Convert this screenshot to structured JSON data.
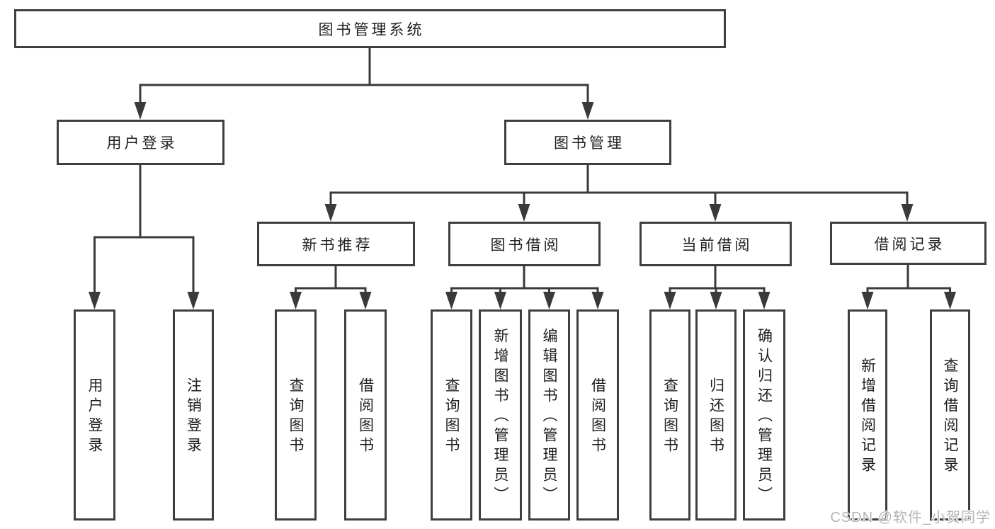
{
  "diagram": {
    "root": {
      "label": "图书管理系统"
    },
    "login": {
      "label": "用户登录",
      "children": [
        "用户登录",
        "注销登录"
      ]
    },
    "management": {
      "label": "图书管理",
      "groups": [
        {
          "label": "新书推荐",
          "children": [
            "查询图书",
            "借阅图书"
          ]
        },
        {
          "label": "图书借阅",
          "children": [
            "查询图书",
            "新增图书（管理员）",
            "编辑图书（管理员）",
            "借阅图书"
          ]
        },
        {
          "label": "当前借阅",
          "children": [
            "查询图书",
            "归还图书",
            "确认归还（管理员）"
          ]
        },
        {
          "label": "借阅记录",
          "children": [
            "新增借阅记录",
            "查询借阅记录"
          ]
        }
      ]
    }
  },
  "watermark": {
    "text": "CSDN @软件_小贺同学"
  },
  "colors": {
    "line": "#3a3a3a",
    "box_border": "#3f3f3f",
    "box_background": "#ffffff",
    "text": "#1f1f1f",
    "watermark": "#b5b5b5",
    "page_background": "#ffffff"
  }
}
